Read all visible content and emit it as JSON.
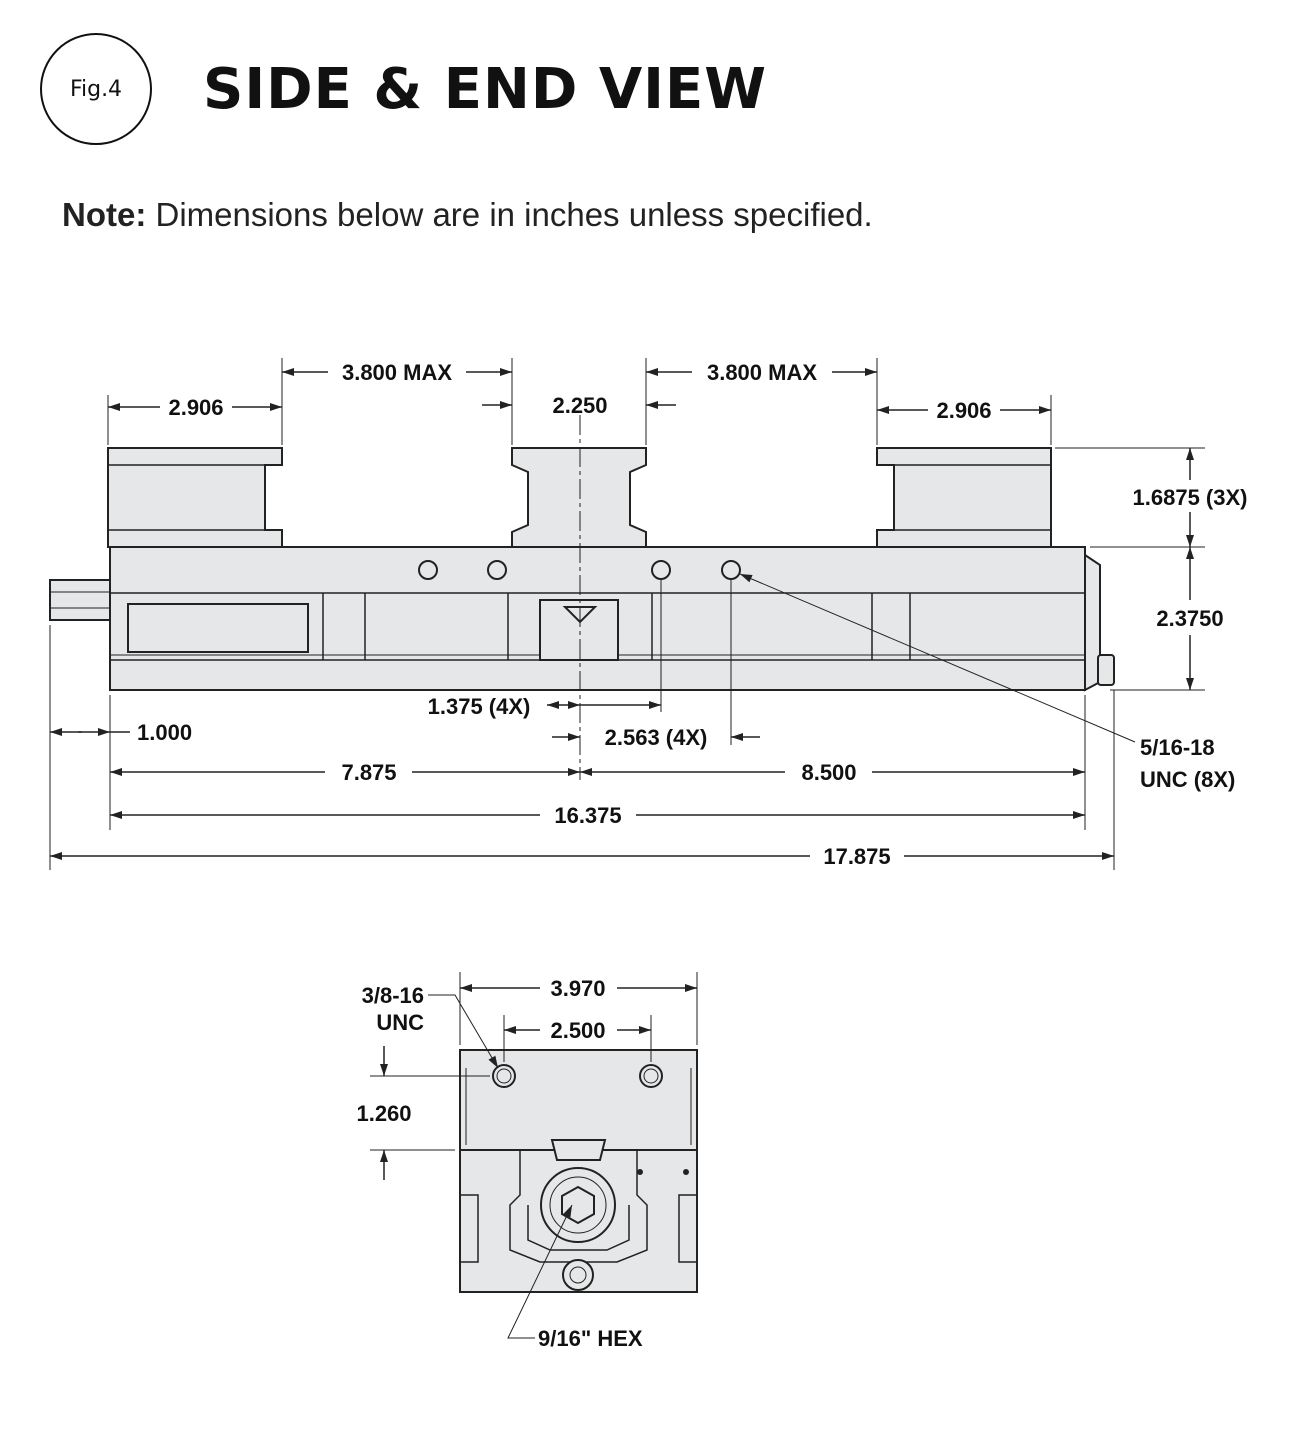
{
  "figure": {
    "label": "Fig.4",
    "title": "SIDE & END VIEW",
    "note_label": "Note:",
    "note_text": " Dimensions below are in inches unless specified."
  },
  "side_view": {
    "dimensions": {
      "jaw_width_left": "2.906",
      "opening_left": "3.800 MAX",
      "center_jaw": "2.250",
      "opening_right": "3.800 MAX",
      "jaw_width_right": "2.906",
      "jaw_height": "1.6875 (3X)",
      "body_height": "2.3750",
      "hole_spacing_inner": "1.375 (4X)",
      "hole_spacing_outer": "2.563 (4X)",
      "tap_callout_line1": "5/16-18",
      "tap_callout_line2": "UNC (8X)",
      "shaft_ext": "1.000",
      "left_section": "7.875",
      "right_section": "8.500",
      "body_length": "16.375",
      "overall_length": "17.875"
    }
  },
  "end_view": {
    "dimensions": {
      "overall_width": "3.970",
      "hole_spacing": "2.500",
      "hole_height": "1.260",
      "tap_line1": "3/8-16",
      "tap_line2": "UNC",
      "hex": "9/16\" HEX"
    }
  }
}
